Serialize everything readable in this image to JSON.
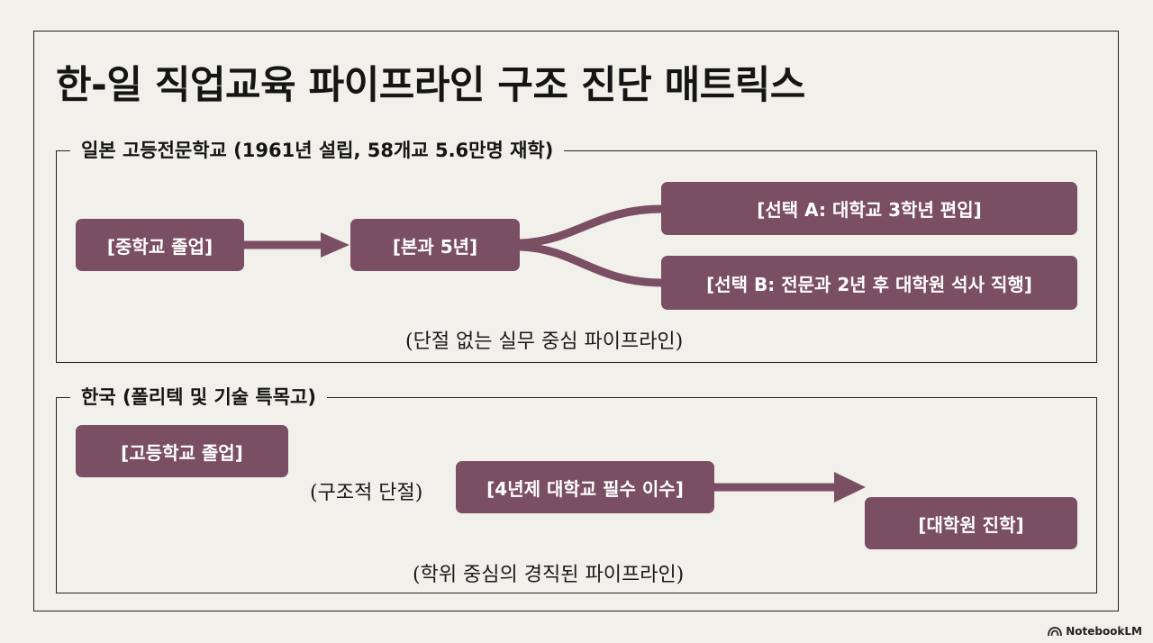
{
  "title": "한-일 직업교육 파이프라인 구조 진단 매트릭스",
  "japan": {
    "heading": "일본 고등전문학교 (1961년 설립, 58개교 5.6만명 재학)",
    "nodes": {
      "start": "[중학교 졸업]",
      "main": "[본과 5년]",
      "option_a": "[선택 A: 대학교 3학년 편입]",
      "option_b": "[선택 B: 전문과 2년 후 대학원 석사 직행]"
    },
    "caption": "(단절 없는 실무 중심 파이프라인)"
  },
  "korea": {
    "heading": "한국 (폴리텍 및 기술 특목고)",
    "nodes": {
      "start": "[고등학교 졸업]",
      "main": "[4년제 대학교 필수 이수]",
      "end": "[대학원 진학]"
    },
    "gap_label": "(구조적 단절)",
    "caption": "(학위 중심의 경직된 파이프라인)"
  },
  "brand": "NotebookLM",
  "colors": {
    "node": "#7b4f63",
    "background": "#f1f0ea",
    "line": "#222222"
  }
}
